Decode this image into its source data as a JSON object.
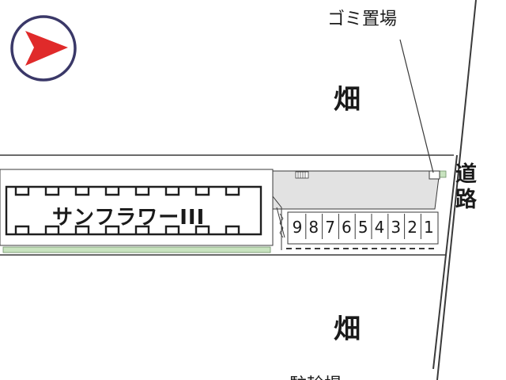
{
  "compass": {
    "icon": "north-arrow-icon",
    "ring_color": "#3a3868",
    "arrow_color": "#e02a2a"
  },
  "labels": {
    "garbage_area": "ゴミ置場",
    "field_top": "畑",
    "field_bottom": "畑",
    "road": [
      "道",
      "路"
    ],
    "building_name": "サンフラワーIII",
    "bottom_cut": "駐輪場"
  },
  "parking": {
    "stalls": [
      "9",
      "8",
      "7",
      "6",
      "5",
      "4",
      "3",
      "2",
      "1"
    ]
  },
  "colors": {
    "greenery": "#c8e3bf",
    "paved_area": "#e2e2e2",
    "lines": "#3a3a3a"
  }
}
